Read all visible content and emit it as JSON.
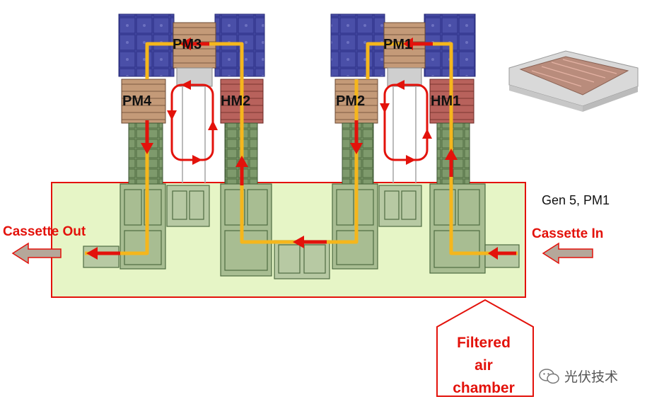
{
  "modules": {
    "pm1": "PM1",
    "pm2": "PM2",
    "pm3": "PM3",
    "pm4": "PM4",
    "hm1": "HM1",
    "hm2": "HM2"
  },
  "labels": {
    "cassette_out": "Cassette Out",
    "cassette_in": "Cassette In",
    "gen": "Gen 5, PM1",
    "chamber_line1": "Filtered",
    "chamber_line2": "air",
    "chamber_line3": "chamber"
  },
  "watermark": {
    "text": "光伏技术",
    "icon": "wechat-icon"
  },
  "colors": {
    "flow_path": "#f5b61c",
    "arrow_red": "#e3120b",
    "chamber_fill": "#e6f5c6",
    "module_blue": "#4a4fa8",
    "module_green": "#7e9a6c",
    "module_brown": "#b88c6e",
    "hotplate_red": "#b25a55"
  }
}
